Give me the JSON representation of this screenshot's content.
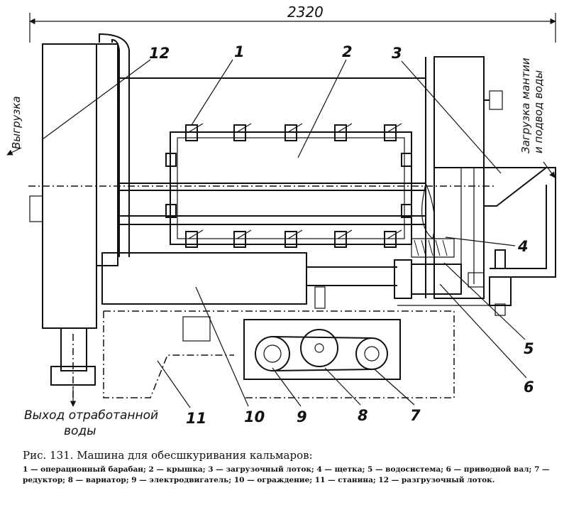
{
  "dimension": "2320",
  "side_labels": {
    "unloading": "Выгрузка",
    "loading": "Загрузка мантии",
    "water_supply": "и подвод воды",
    "water_outlet_line1": "Выход отработанной",
    "water_outlet_line2": "воды"
  },
  "callouts": [
    "1",
    "2",
    "3",
    "4",
    "5",
    "6",
    "7",
    "8",
    "9",
    "10",
    "11",
    "12"
  ],
  "caption": {
    "title": "Рис. 131. Машина для обесшкуривания кальмаров:",
    "legend": "1 — операционный барабан; 2 — крышка; 3 — загрузочный лоток; 4 — щетка; 5 — водосистема; 6 — приводной вал; 7 — редуктор; 8 — вариатор; 9 — электродвигатель; 10 — ограждение; 11 — станина; 12 — разгрузочный лоток."
  }
}
